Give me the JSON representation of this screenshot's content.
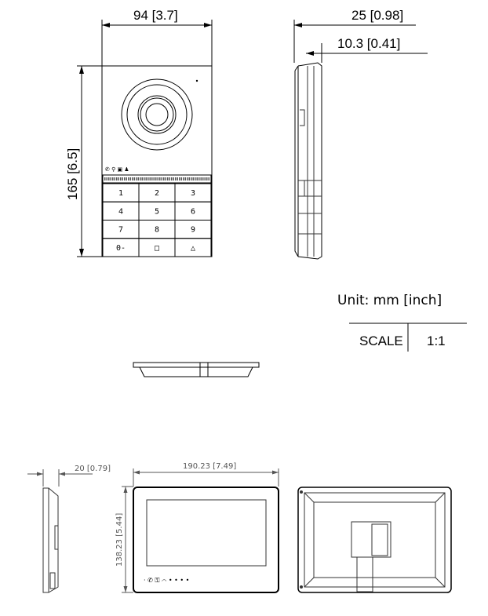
{
  "door_station": {
    "width_dim": "94  [3.7]",
    "height_dim": "165  [6.5]",
    "depth_dim": "25  [0.98]",
    "depth2_dim": "10.3  [0.41]",
    "keys": [
      "1",
      "2",
      "3",
      "4",
      "5",
      "6",
      "7",
      "8",
      "9",
      "key",
      "0",
      "bell"
    ],
    "key_labels": [
      "1",
      "2",
      "3",
      "4",
      "5",
      "6",
      "7",
      "8",
      "9",
      "0-",
      "□",
      "△"
    ]
  },
  "unit_label": "Unit: mm [inch]",
  "scale": {
    "label": "SCALE",
    "value": "1:1"
  },
  "monitor": {
    "depth_dim": "20 [0.79]",
    "width_dim": "190.23 [7.49]",
    "height_dim": "138.23 [5.44]"
  }
}
